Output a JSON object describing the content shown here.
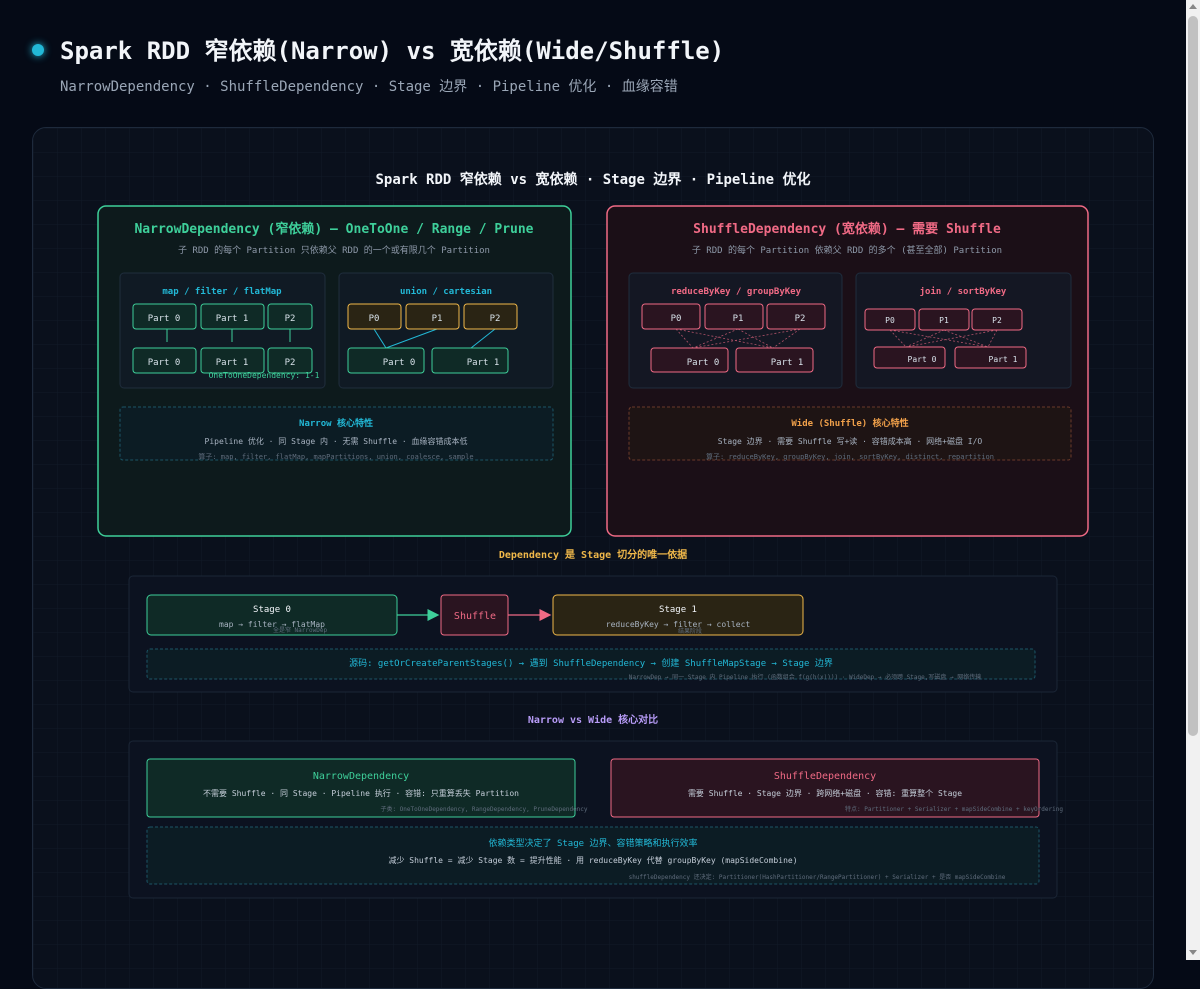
{
  "header": {
    "title": "Spark RDD 窄依赖(Narrow) vs 宽依赖(Wide/Shuffle)",
    "subtitle": "NarrowDependency · ShuffleDependency · Stage 边界 · Pipeline 优化 · 血缘容错"
  },
  "diagram": {
    "title": "Spark RDD 窄依赖 vs 宽依赖 · Stage 边界 · Pipeline 优化",
    "narrow": {
      "title": "NarrowDependency (窄依赖) — OneToOne / Range / Prune",
      "desc": "子 RDD 的每个 Partition 只依赖父 RDD 的一个或有限几个 Partition",
      "map_box": {
        "title": "map / filter / flatMap",
        "top": [
          "Part 0",
          "Part 1",
          "P2"
        ],
        "bottom": [
          "Part 0",
          "Part 1",
          "P2"
        ],
        "note": "OneToOneDependency: 1-1"
      },
      "union_box": {
        "title": "union / cartesian",
        "top": [
          "P0",
          "P1",
          "P2"
        ],
        "bottom": [
          "Part 0",
          "Part 1"
        ]
      },
      "feature": {
        "title": "Narrow 核心特性",
        "desc": "Pipeline 优化 · 同 Stage 内 · 无需 Shuffle · 血缘容错成本低",
        "ops": "算子: map, filter, flatMap, mapPartitions, union, coalesce, sample"
      }
    },
    "wide": {
      "title": "ShuffleDependency (宽依赖) — 需要 Shuffle",
      "desc": "子 RDD 的每个 Partition 依赖父 RDD 的多个 (甚至全部) Partition",
      "reduce_box": {
        "title": "reduceByKey / groupByKey",
        "top": [
          "P0",
          "P1",
          "P2"
        ],
        "bottom": [
          "Part 0",
          "Part 1"
        ]
      },
      "join_box": {
        "title": "join / sortByKey",
        "top": [
          "P0",
          "P1",
          "P2"
        ],
        "bottom": [
          "Part 0",
          "Part 1"
        ]
      },
      "feature": {
        "title": "Wide (Shuffle) 核心特性",
        "desc": "Stage 边界 · 需要 Shuffle 写+读 · 容错成本高 · 网络+磁盘 I/O",
        "ops": "算子: reduceByKey, groupByKey, join, sortByKey, distinct, repartition"
      }
    },
    "stage": {
      "heading": "Dependency 是 Stage 切分的唯一依据",
      "stage0": {
        "title": "Stage 0",
        "ops": "map → filter → flatMap",
        "note": "全是窄 NarrowDep"
      },
      "shuffle": "Shuffle",
      "stage1": {
        "title": "Stage 1",
        "ops": "reduceByKey → filter → collect",
        "note": "结果阶段"
      },
      "code": "源码: getOrCreateParentStages() → 遇到 ShuffleDependency → 创建 ShuffleMapStage → Stage 边界",
      "code_note": "NarrowDep → 同一 Stage 内 Pipeline 执行 (函数组合 f(g(h(x)))) · WideDep → 必须跨 Stage,写磁盘 → 网络传输"
    },
    "compare": {
      "heading": "Narrow vs Wide 核心对比",
      "narrow": {
        "title": "NarrowDependency",
        "desc": "不需要 Shuffle · 同 Stage · Pipeline 执行 · 容错: 只重算丢失 Partition",
        "note": "子类: OneToOneDependency, RangeDependency, PruneDependency"
      },
      "wide": {
        "title": "ShuffleDependency",
        "desc": "需要 Shuffle · Stage 边界 · 跨网络+磁盘 · 容错: 重算整个 Stage",
        "note": "特点: Partitioner + Serializer + mapSideCombine + keyOrdering"
      },
      "summary": {
        "title": "依赖类型决定了 Stage 边界、容错策略和执行效率",
        "desc": "减少 Shuffle = 减少 Stage 数 = 提升性能 · 用 reduceByKey 代替 groupByKey (mapSideCombine)",
        "note": "shuffleDependency 还决定: Partitioner(HashPartitioner/RangePartitioner) + Serializer + 是否 mapSideCombine"
      }
    }
  },
  "colors": {
    "narrow": "#3ecf9a",
    "wide": "#f06a85",
    "accent": "#22b8d6",
    "amber": "#f0b84a",
    "purple": "#b89cf8"
  }
}
